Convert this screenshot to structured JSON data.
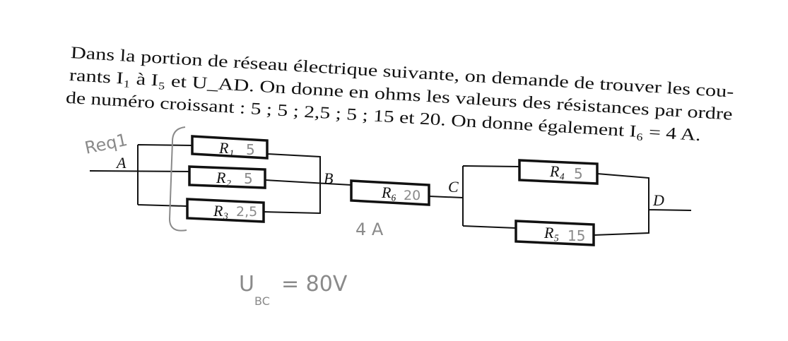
{
  "problem": {
    "lines": [
      "Dans la portion de réseau électrique suivante, on demande de trouver les cou-",
      "rants I₁ à I₅ et U_AD. On donne en ohms les valeurs des résistances par ordre",
      "de numéro croissant : 5 ; 5 ; 2,5 ; 5 ; 15 et 20. On donne également I₆ = 4 A."
    ]
  },
  "circuit": {
    "nodes": [
      "A",
      "B",
      "C",
      "D"
    ],
    "resistors": [
      {
        "label": "R₁",
        "note": "5"
      },
      {
        "label": "R₂",
        "note": "5"
      },
      {
        "label": "R₃",
        "note": "2,5"
      },
      {
        "label": "R₆",
        "note": "20"
      },
      {
        "label": "R₄",
        "note": "5"
      },
      {
        "label": "R₅",
        "note": "15"
      }
    ]
  },
  "annotations": {
    "req": "Req1",
    "current": "4 A",
    "voltage": "U",
    "voltage_sub": "BC",
    "voltage_value": "= 80V"
  }
}
